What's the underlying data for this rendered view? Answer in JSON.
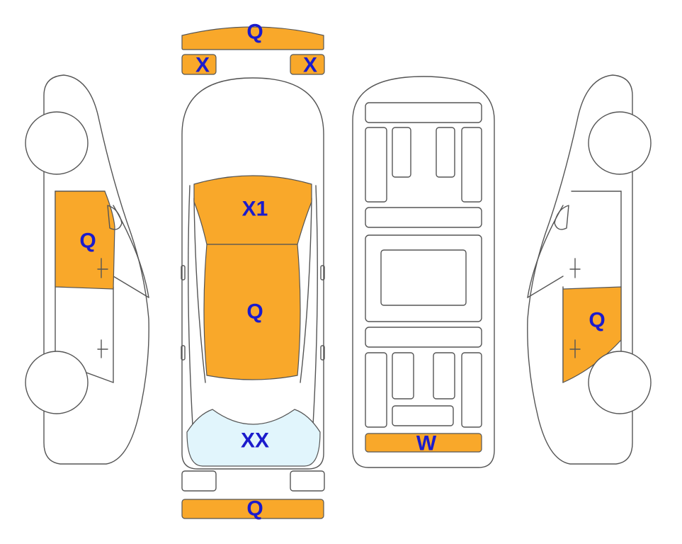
{
  "colors": {
    "damage": "#F9A82A",
    "glass_damage": "#E1F5FC",
    "label": "#1B1BCC",
    "outline": "#555555"
  },
  "labels": {
    "front_bumper": "Q",
    "front_left_light": "X",
    "front_right_light": "X",
    "hood": "X1",
    "roof": "Q",
    "rear_window": "XX",
    "rear_bumper": "Q",
    "floor_rear": "W",
    "left_rear_door": "Q",
    "right_rear_door": "Q"
  }
}
